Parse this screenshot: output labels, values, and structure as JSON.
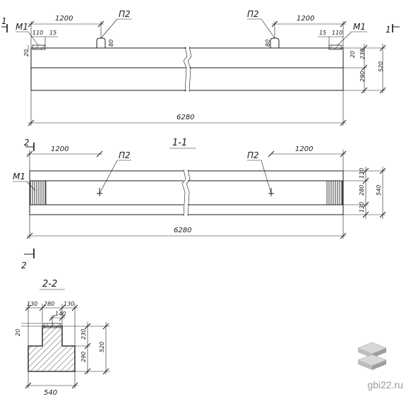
{
  "view_top": {
    "length_label": "6280",
    "dim_left_1200": "1200",
    "dim_right_1200": "1200",
    "dim_110_left": "110",
    "dim_15_left": "15",
    "dim_110_right": "110",
    "dim_15_right": "15",
    "dim_80_left": "80",
    "dim_80_right": "80",
    "dim_20_left": "20",
    "dim_20_right": "20",
    "dim_230": "230",
    "dim_290": "290",
    "dim_520": "520",
    "label_m1_left": "M1",
    "label_m1_right": "M1",
    "label_p2_left": "П2",
    "label_p2_right": "П2",
    "section_mark_left": "1",
    "section_mark_right": "1"
  },
  "view_plan": {
    "title": "1-1",
    "length_label": "6280",
    "dim_left_1200": "1200",
    "dim_right_1200": "1200",
    "dim_130_top": "130",
    "dim_280": "280",
    "dim_130_bottom": "130",
    "dim_540": "540",
    "label_m1": "M1",
    "label_p2_left": "П2",
    "label_p2_right": "П2",
    "section_mark_top": "2",
    "section_mark_bottom": "2"
  },
  "view_section": {
    "title": "2-2",
    "dim_130_left": "130",
    "dim_280": "280",
    "dim_130_right": "130",
    "dim_140": "140",
    "dim_20": "20",
    "dim_230": "230",
    "dim_290": "290",
    "dim_520": "520",
    "dim_540": "540"
  },
  "watermark": {
    "text": "gbi22.ru"
  }
}
